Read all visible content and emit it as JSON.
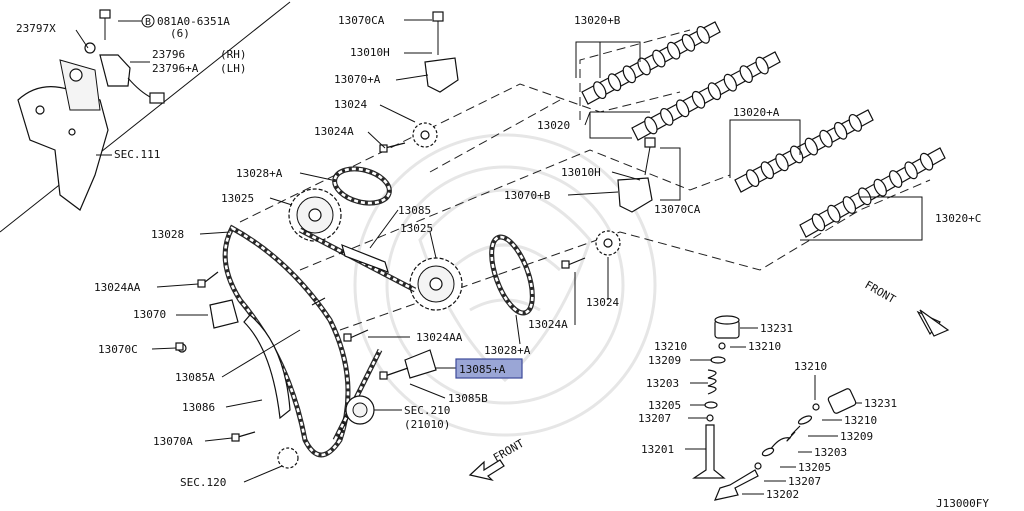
{
  "labels": {
    "l23797x": "23797X",
    "circ_b": "B",
    "l081a0": "081A0-6351A",
    "l081a0_qty": "(6)",
    "l23796": "23796",
    "l23796_rh": "(RH)",
    "l23796a": "23796+A",
    "l23796a_lh": "(LH)",
    "sec111": "SEC.111",
    "l13070ca_top": "13070CA",
    "l13010h_top": "13010H",
    "l13070a_top": "13070+A",
    "l13024_top": "13024",
    "l13024a_top": "13024A",
    "l13028a_top": "13028+A",
    "l13025_top": "13025",
    "l13028": "13028",
    "l13024aa_l": "13024AA",
    "l13070": "13070",
    "l13070c": "13070C",
    "l13085a": "13085A",
    "l13086": "13086",
    "l13070a_bot": "13070A",
    "sec120": "SEC.120",
    "l13085": "13085",
    "l13025_mid": "13025",
    "l13024aa_mid": "13024AA",
    "l13085a_box": "13085+A",
    "l13085b": "13085B",
    "sec210": "SEC.210",
    "sec210_sub": "(21010)",
    "l13028a_mid": "13028+A",
    "l13024a_mid": "13024A",
    "l13024_mid": "13024",
    "l13020b": "13020+B",
    "l13020": "13020",
    "l13010h_mid": "13010H",
    "l13070b": "13070+B",
    "l13070ca_mid": "13070CA",
    "l13020a": "13020+A",
    "l13020c": "13020+C",
    "front_right": "FRONT",
    "front_bottom": "FRONT",
    "v13231": "13231",
    "v13210a": "13210",
    "v13210b": "13210",
    "v13209": "13209",
    "v13203": "13203",
    "v13205": "13205",
    "v13207": "13207",
    "v13201": "13201",
    "r13210": "13210",
    "r13231": "13231",
    "r13210b": "13210",
    "r13209": "13209",
    "r13203": "13203",
    "r13205": "13205",
    "r13207": "13207",
    "r13202": "13202",
    "ref": "J13000FY"
  },
  "colors": {
    "highlight_fill": "#9aa6d6",
    "highlight_stroke": "#3c4a9a",
    "line": "#111111"
  }
}
